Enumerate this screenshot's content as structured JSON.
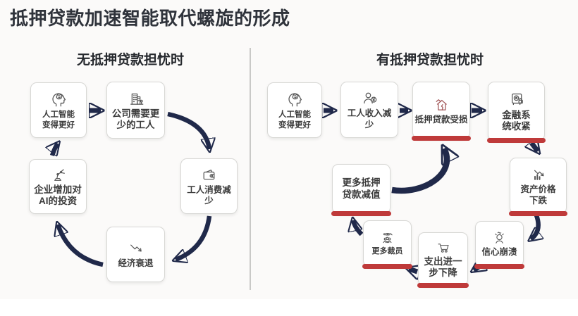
{
  "page": {
    "title": "抵押贷款加速智能取代螺旋的形成"
  },
  "left_panel": {
    "header": "无抵押贷款担忧时",
    "nodes": [
      {
        "label": "人工智能\n变得更好",
        "icon": "head-brain-icon"
      },
      {
        "label": "公司需要更\n少的工人",
        "icon": "office-building-icon"
      },
      {
        "label": "工人消费减\n少",
        "icon": "wallet-icon"
      },
      {
        "label": "经济衰退",
        "icon": "decline-arrow-icon"
      },
      {
        "label": "企业增加对\nAI的投资",
        "icon": "robot-arm-icon"
      }
    ]
  },
  "right_panel": {
    "header": "有抵押贷款担忧时",
    "nodes": [
      {
        "label": "人工智能\n变得更好",
        "icon": "head-brain-icon",
        "highlight": false
      },
      {
        "label": "工人收入减\n少",
        "icon": "worker-coin-icon",
        "highlight": false
      },
      {
        "label": "抵押贷款受损",
        "icon": "damaged-house-icon",
        "highlight": true
      },
      {
        "label": "金融系\n统收紧",
        "icon": "bank-vault-icon",
        "highlight": true
      },
      {
        "label": "资产价格\n下跌",
        "icon": "chart-down-icon",
        "highlight": true
      },
      {
        "label": "信心崩溃",
        "icon": "panic-person-icon",
        "highlight": true
      },
      {
        "label": "支出进一\n步下降",
        "icon": "shopping-cart-icon",
        "highlight": true
      },
      {
        "label": "更多裁员",
        "icon": "layoff-people-icon",
        "highlight": true
      },
      {
        "label": "更多抵押\n贷款减值",
        "icon": null,
        "highlight": true
      }
    ]
  },
  "colors": {
    "arrow": "#20294a",
    "highlight_bar": "#bf3a3a",
    "damaged_house_icon": "#a3595b",
    "title_text": "#2f333b"
  }
}
